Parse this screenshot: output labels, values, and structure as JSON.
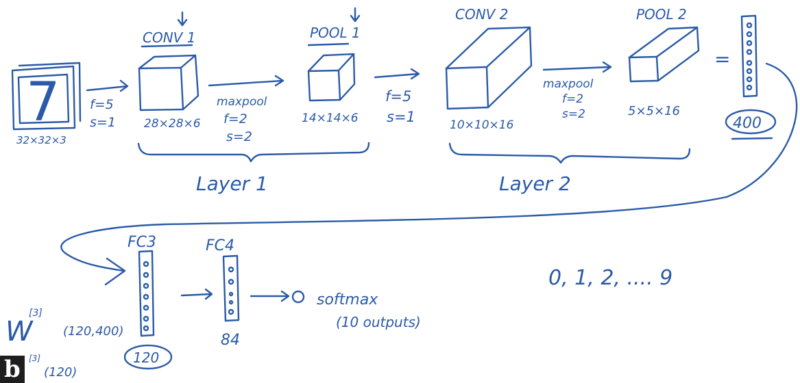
{
  "colors": {
    "ink": "#2a5aa8",
    "badge_bg": "#1e1e1e",
    "badge_fg": "#ffffff"
  },
  "input": {
    "digit": "7",
    "dims": "32×32×3"
  },
  "conv1": {
    "title": "CONV 1",
    "params": [
      "f=5",
      "s=1"
    ],
    "dims": "28×28×6"
  },
  "pool1": {
    "title": "POOL 1",
    "op": "maxpool",
    "params": [
      "f=2",
      "s=2"
    ],
    "dims": "14×14×6"
  },
  "conv2": {
    "title": "CONV 2",
    "params": [
      "f=5",
      "s=1"
    ],
    "dims": "10×10×16"
  },
  "pool2": {
    "title": "POOL 2",
    "op": "maxpool",
    "params": [
      "f=2",
      "s=2"
    ],
    "dims": "5×5×16"
  },
  "flatten": {
    "equals": "=",
    "size": "400"
  },
  "layers": {
    "layer1": "Layer 1",
    "layer2": "Layer 2"
  },
  "fc3": {
    "title": "FC3",
    "size": "120",
    "weight_label": "W",
    "weight_sup": "[3]",
    "weight_dims": "(120,400)",
    "bias_sup": "[3]",
    "bias_dims": "(120)"
  },
  "fc4": {
    "title": "FC4",
    "size": "84"
  },
  "output": {
    "label": "softmax",
    "sub": "(10 outputs)",
    "classes": "0, 1, 2, .... 9"
  },
  "badge": {
    "letter": "b"
  }
}
